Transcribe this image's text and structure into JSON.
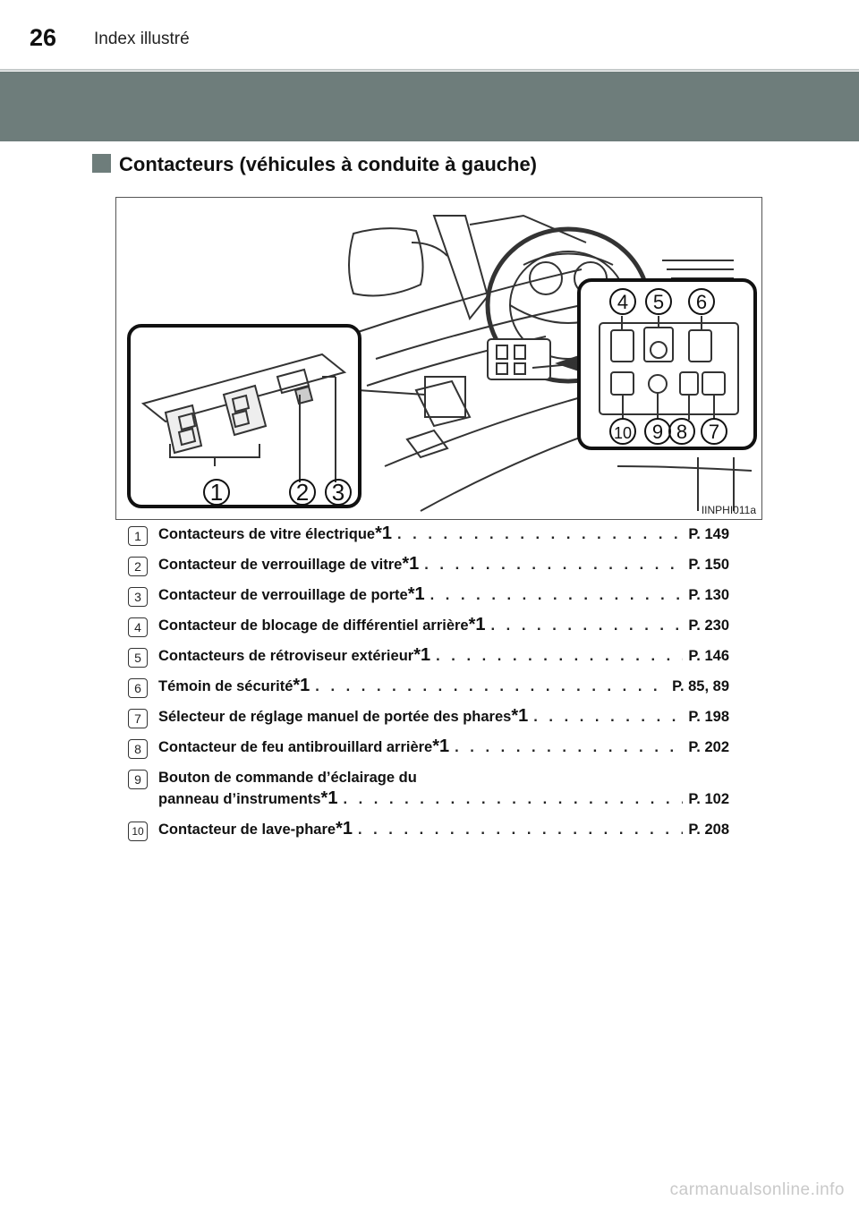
{
  "header": {
    "page_number": "26",
    "running_title": "Index illustré"
  },
  "section": {
    "title": "Contacteurs (véhicules à conduite à gauche)"
  },
  "figure": {
    "code": "IINPHI011a",
    "callouts_left": [
      "1",
      "2",
      "3"
    ],
    "callouts_top": [
      "4",
      "5",
      "6"
    ],
    "callouts_bottom": [
      "10",
      "9",
      "8",
      "7"
    ]
  },
  "items": [
    {
      "num": "1",
      "label": "Contacteurs de vitre électrique",
      "note": "*1",
      "ref": "P. 149"
    },
    {
      "num": "2",
      "label": "Contacteur de verrouillage de vitre",
      "note": "*1",
      "ref": "P. 150"
    },
    {
      "num": "3",
      "label": "Contacteur de verrouillage de porte",
      "note": "*1",
      "ref": "P. 130"
    },
    {
      "num": "4",
      "label": "Contacteur de blocage de différentiel arrière",
      "note": "*1",
      "ref": "P. 230"
    },
    {
      "num": "5",
      "label": "Contacteurs de rétroviseur extérieur",
      "note": "*1",
      "ref": "P. 146"
    },
    {
      "num": "6",
      "label": "Témoin de sécurité",
      "note": "*1",
      "ref": "P. 85, 89"
    },
    {
      "num": "7",
      "label": "Sélecteur de réglage manuel de portée des phares",
      "note": "*1",
      "ref": "P. 198"
    },
    {
      "num": "8",
      "label": "Contacteur de feu antibrouillard arrière",
      "note": "*1",
      "ref": "P. 202"
    },
    {
      "num": "9",
      "label_line1": "Bouton de commande d’éclairage du",
      "label": "panneau d’instruments",
      "note": "*1",
      "ref": "P. 102"
    },
    {
      "num": "10",
      "label": "Contacteur de lave-phare",
      "note": "*1",
      "ref": "P. 208"
    }
  ],
  "watermark": "carmanualsonline.info"
}
